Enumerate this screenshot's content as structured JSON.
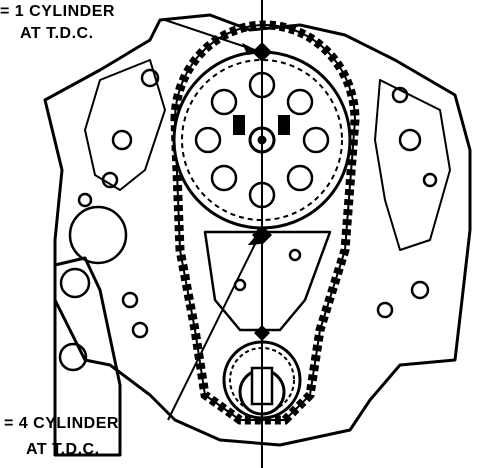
{
  "labels": {
    "top_line1": "= 1 CYLINDER",
    "top_line2": "AT T.D.C.",
    "bottom_line1": "= 4 CYLINDER",
    "bottom_line2": "AT T.D.C."
  },
  "colors": {
    "ink": "#000000",
    "paper": "#ffffff"
  },
  "icons": [
    "engine-block-drawing",
    "camshaft-sprocket",
    "crankshaft-sprocket",
    "timing-chain",
    "timing-mark"
  ]
}
